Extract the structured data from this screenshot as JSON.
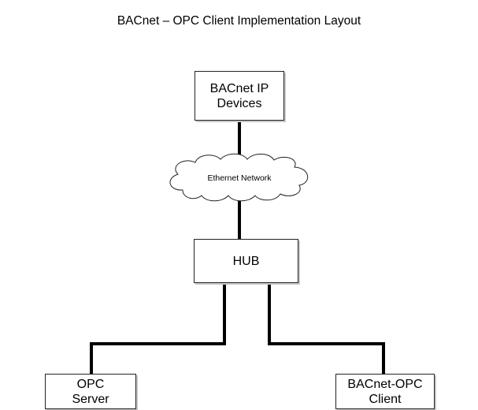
{
  "title": "BACnet – OPC Client Implementation Layout",
  "nodes": {
    "bacnet_devices": "BACnet IP\nDevices",
    "network": "Ethernet Network",
    "hub": "HUB",
    "opc_server": "OPC\nServer",
    "bacnet_opc_client": "BACnet-OPC\nClient"
  }
}
